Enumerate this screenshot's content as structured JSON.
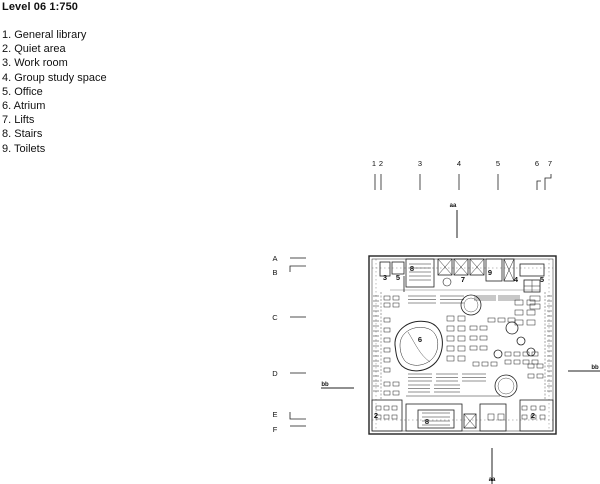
{
  "title": "Level 06  1:750",
  "legend": [
    "1. General library",
    "2. Quiet area",
    "3. Work room",
    "4. Group study space",
    "5. Office",
    "6. Atrium",
    "7. Lifts",
    "8. Stairs",
    "9. Toilets"
  ],
  "grid_top": [
    "1",
    "2",
    "3",
    "4",
    "5",
    "6",
    "7"
  ],
  "grid_left": [
    "A",
    "B",
    "C",
    "D",
    "E",
    "F"
  ],
  "sections": {
    "aa_top": "aa",
    "aa_bottom": "aa",
    "bb_left": "bb",
    "bb_right": "bb"
  },
  "room_labels": {
    "work_room": "3",
    "office_nw": "5",
    "stairs_n": "8",
    "lifts": "7",
    "toilets": "9",
    "group_study_ne": "4",
    "office_ne": "5",
    "atrium": "6",
    "quiet_sw": "2",
    "stairs_s": "8",
    "quiet_se": "2"
  }
}
